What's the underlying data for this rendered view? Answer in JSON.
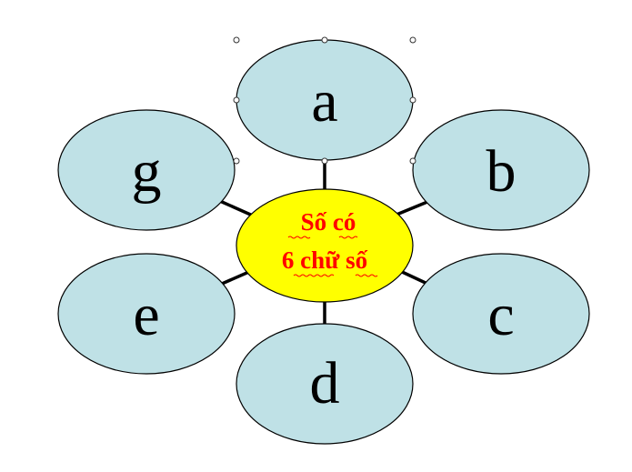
{
  "diagram": {
    "center": {
      "line1": "Số có",
      "line2": "6 chữ số",
      "fill": "#ffff00",
      "text_color": "#ff0000"
    },
    "petals": [
      {
        "id": "a",
        "label": "a"
      },
      {
        "id": "b",
        "label": "b"
      },
      {
        "id": "c",
        "label": "c"
      },
      {
        "id": "d",
        "label": "d"
      },
      {
        "id": "e",
        "label": "e"
      },
      {
        "id": "g",
        "label": "g"
      }
    ],
    "petal_fill": "#bfe1e6",
    "connector_color": "#000000"
  }
}
